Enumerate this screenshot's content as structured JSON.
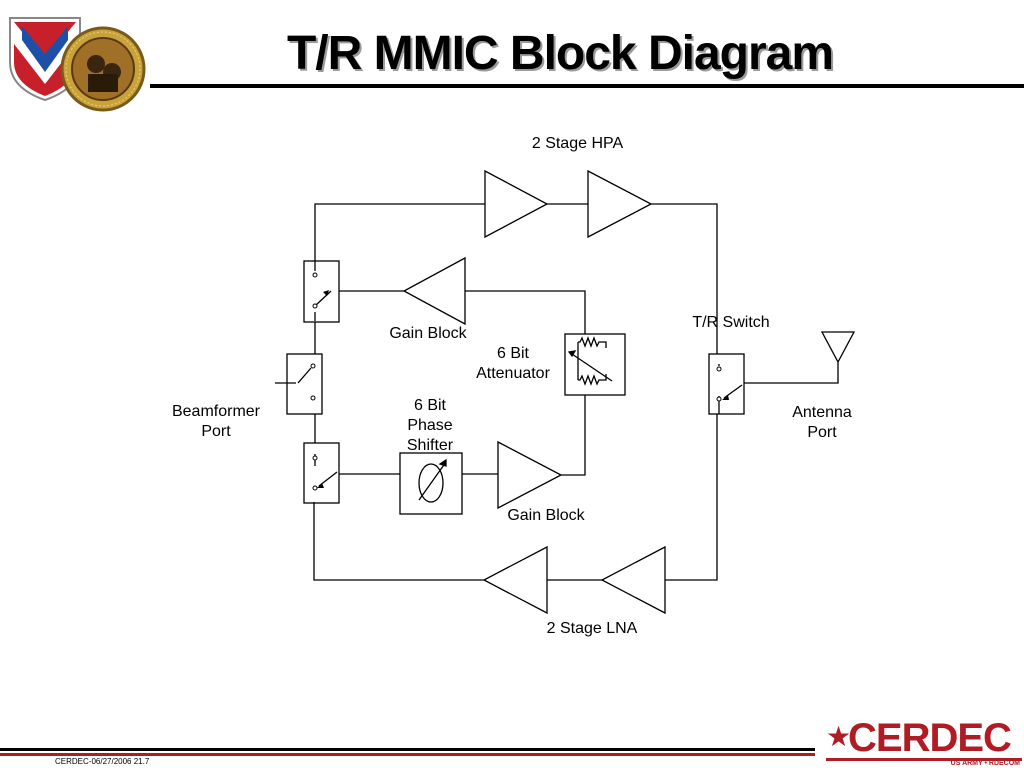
{
  "slide": {
    "title": "T/R MMIC Block Diagram",
    "footer": "CERDEC-06/27/2006 21.7"
  },
  "brand": {
    "name": "CERDEC",
    "subtitle": "US ARMY • RDECOM",
    "star": "★",
    "color": "#b01c24"
  },
  "labels": {
    "hpa": "2 Stage HPA",
    "gain_block_top": "Gain Block",
    "attenuator": [
      "6 Bit",
      "Attenuator"
    ],
    "tr_switch": "T/R Switch",
    "beamformer_port": [
      "Beamformer",
      "Port"
    ],
    "phase_shifter": [
      "6 Bit",
      "Phase",
      "Shifter"
    ],
    "antenna_port": [
      "Antenna",
      "Port"
    ],
    "gain_block_bottom": "Gain Block",
    "lna": "2 Stage LNA"
  },
  "icons": {
    "shield": "army-shield-icon",
    "seal": "rdecom-seal-icon",
    "antenna": "antenna-icon"
  }
}
